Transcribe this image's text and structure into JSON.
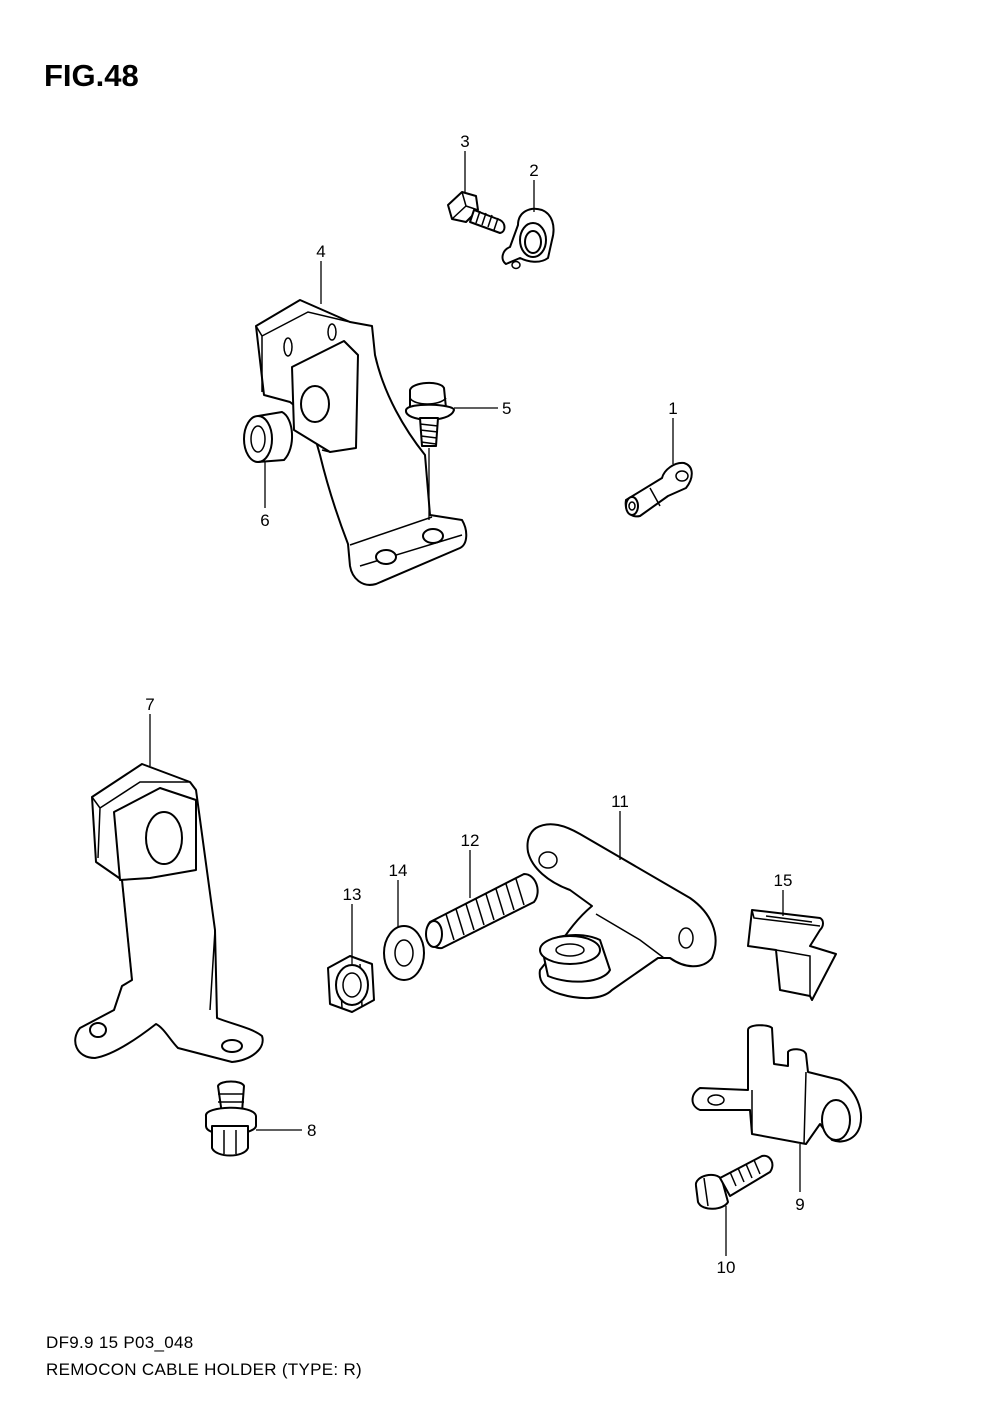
{
  "figure": {
    "title": "FIG.48"
  },
  "callouts": [
    "1",
    "2",
    "3",
    "4",
    "5",
    "6",
    "7",
    "8",
    "9",
    "10",
    "11",
    "12",
    "13",
    "14",
    "15"
  ],
  "footer": {
    "code": "DF9.9 15 P03_048",
    "name": "REMOCON CABLE HOLDER (TYPE: R)"
  }
}
